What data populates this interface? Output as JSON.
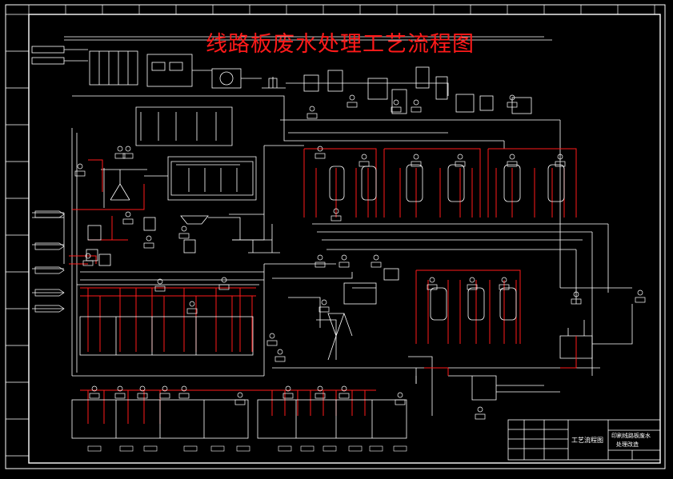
{
  "diagram": {
    "title": "线路板废水处理工艺流程图",
    "title_block": {
      "drawing_name": "工艺流程图",
      "project_line1": "印刷线路板废水",
      "project_line2": "处理改造"
    }
  },
  "colors": {
    "background": "#000000",
    "line": "#ffffff",
    "accent": "#ff1a1a"
  }
}
